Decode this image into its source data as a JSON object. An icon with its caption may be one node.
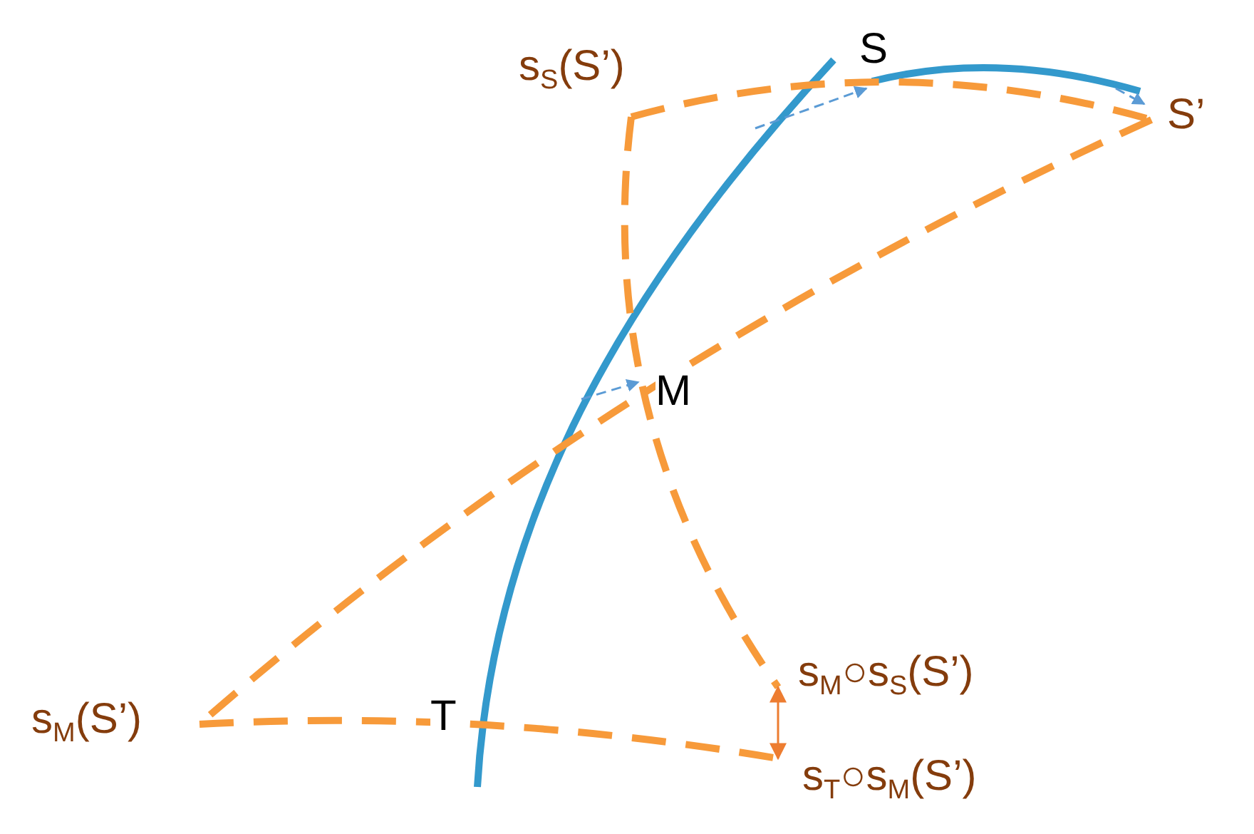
{
  "diagram": {
    "nodes": [
      {
        "text": [
          "s$_{S}$(S’)"
        ]
      },
      {
        "text": [
          "S’"
        ]
      },
      {
        "text": [
          "s$_{M}$(S’)"
        ]
      },
      {
        "text": [
          "s$_{M}$○s$_{S}$(S’)"
        ]
      },
      {
        "text": [
          "s$_{T}$○s$_{M}$(S’)"
        ]
      }
    ],
    "edges": [
      {
        "from": 0,
        "to": 1,
        "arrow": "none",
        "style": "dashed"
      },
      {
        "from": 0,
        "to": 3,
        "arrow": "none",
        "style": "dashed"
      },
      {
        "from": 1,
        "to": 2,
        "arrow": "none",
        "style": "dashed"
      },
      {
        "from": 2,
        "to": 4,
        "arrow": "none",
        "style": "dashed"
      },
      {
        "from": 3,
        "to": 4,
        "arrow": "both",
        "color": "#ed7d31"
      }
    ],
    "labels": [
      "S",
      "M",
      "T"
    ]
  }
}
